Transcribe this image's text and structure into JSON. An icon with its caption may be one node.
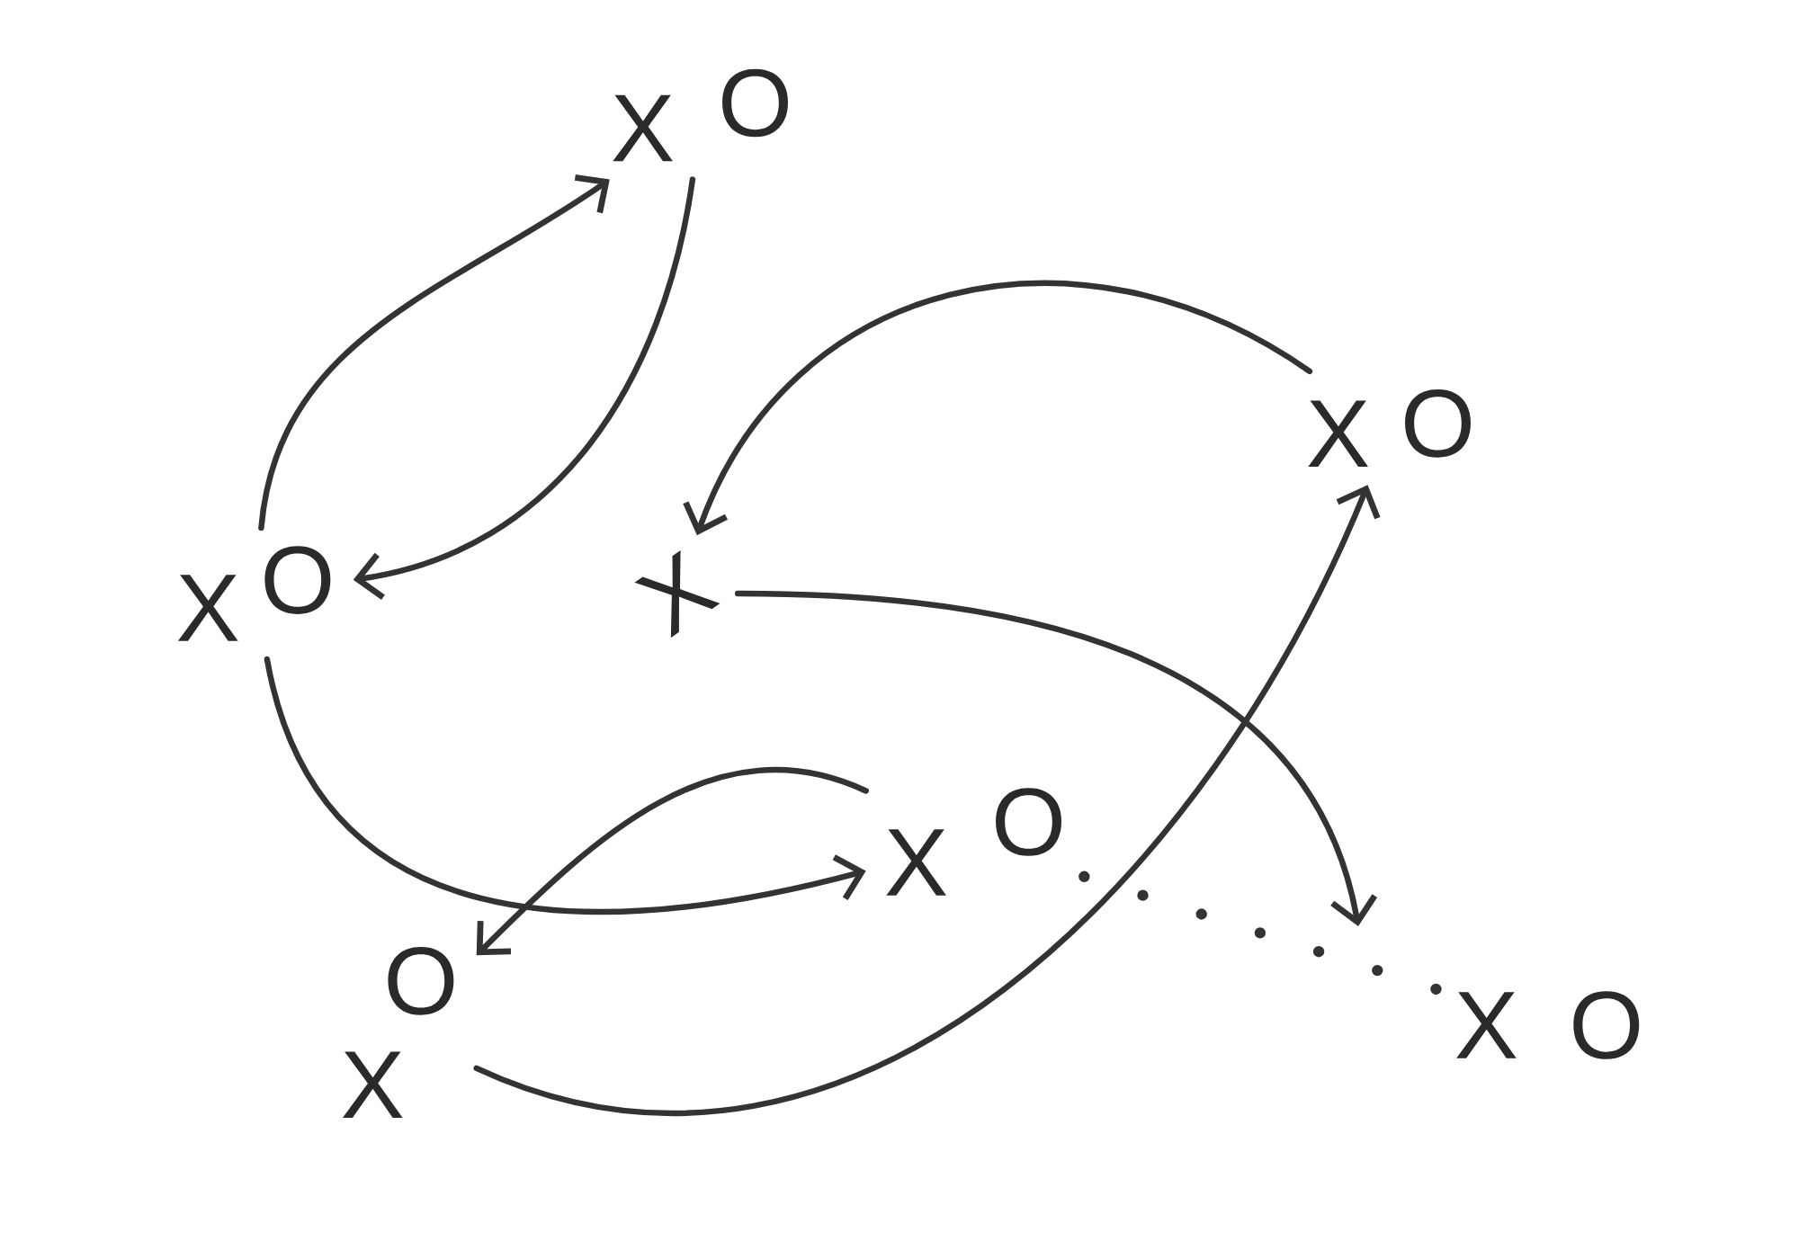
{
  "diagram": {
    "nodes": [
      {
        "text": [
          "X",
          "O"
        ]
      },
      {
        "text": [
          "X",
          "O"
        ]
      },
      {
        "text": [
          "X",
          "O"
        ]
      },
      {
        "text": [
          "X"
        ]
      },
      {
        "text": [
          "X",
          "O"
        ]
      },
      {
        "text": [
          "O",
          "X"
        ]
      },
      {
        "text": [
          "X",
          "O"
        ]
      }
    ],
    "edges": [
      {
        "from": 2,
        "to": 0,
        "arrow": "to"
      },
      {
        "from": 0,
        "to": 2,
        "arrow": "to"
      },
      {
        "from": 1,
        "to": 3,
        "arrow": "to"
      },
      {
        "from": 3,
        "to": null,
        "arrow": "to"
      },
      {
        "from": 2,
        "to": 4,
        "arrow": "to"
      },
      {
        "from": 4,
        "to": 5,
        "arrow": "to"
      },
      {
        "from": 5,
        "to": 1,
        "arrow": "to"
      },
      {
        "from": 4,
        "to": 6,
        "arrow": "none",
        "style": "dashed"
      }
    ]
  }
}
